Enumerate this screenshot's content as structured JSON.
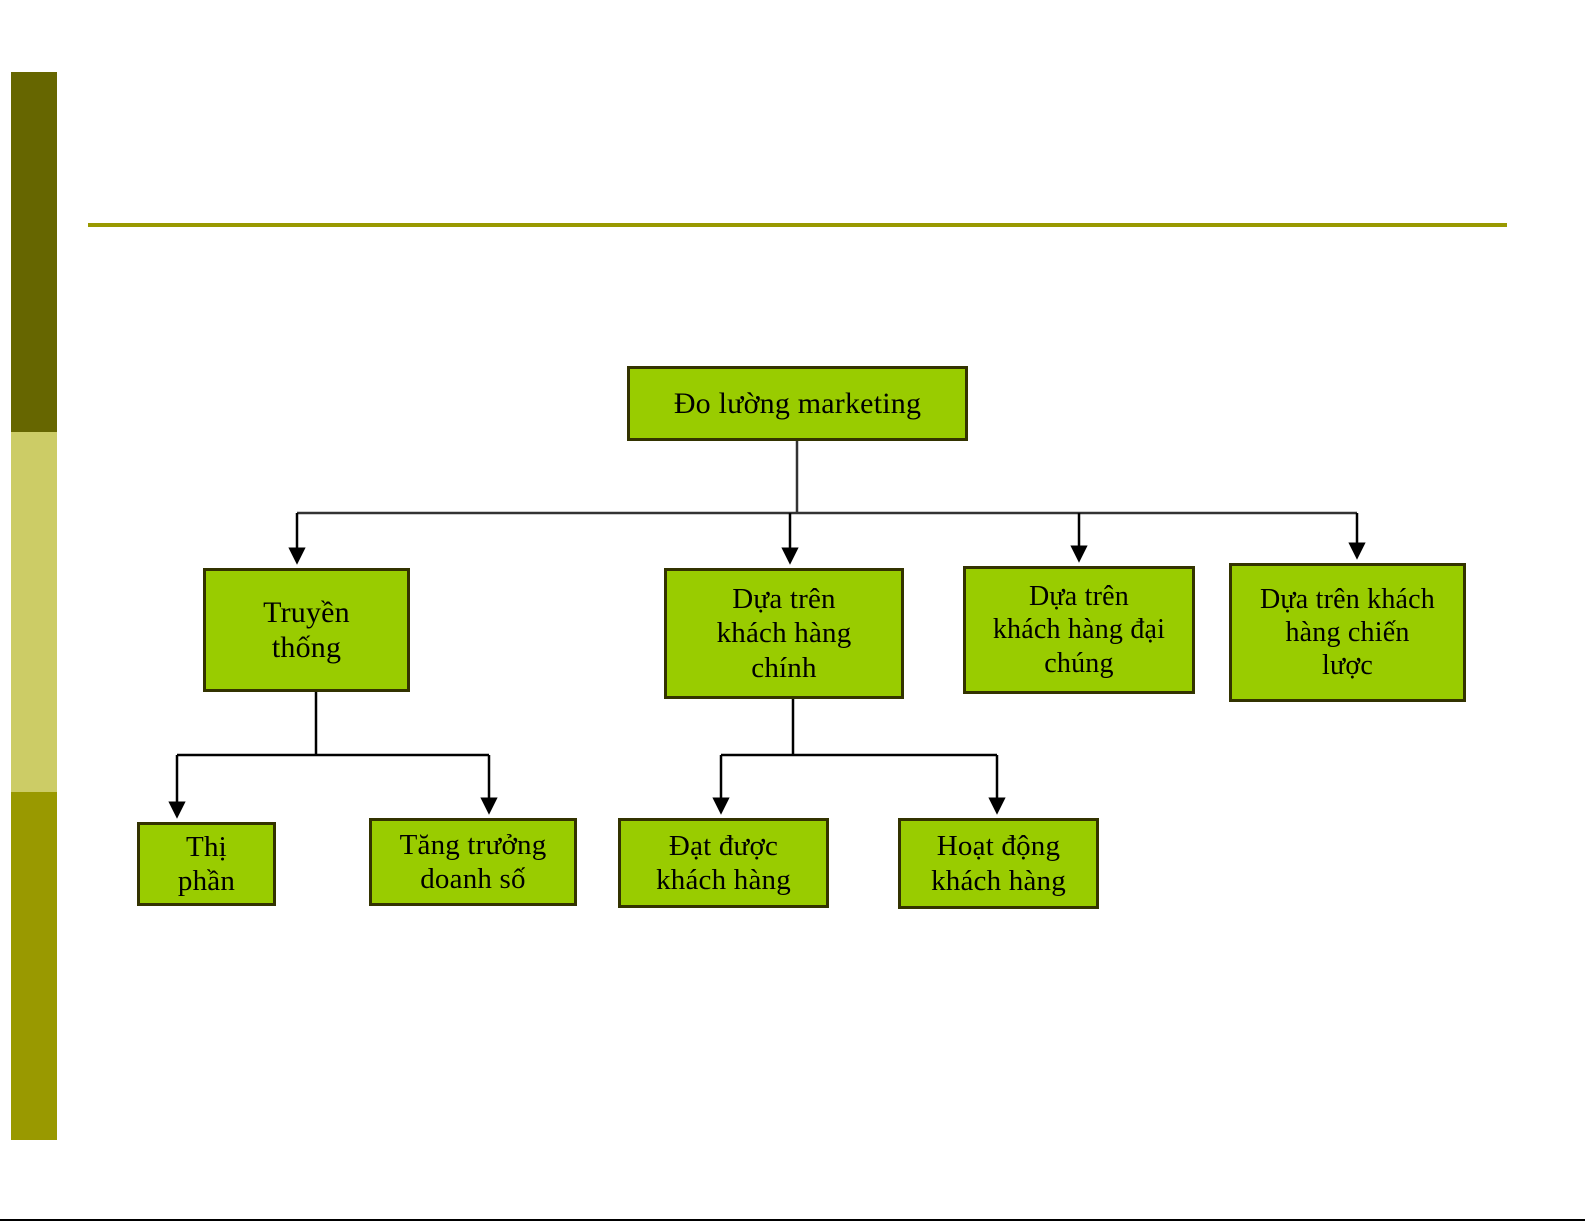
{
  "slide": {
    "background_color": "#ffffff",
    "sidebar": {
      "bands": [
        {
          "name": "dark-olive",
          "color": "#666600"
        },
        {
          "name": "khaki",
          "color": "#cccc66"
        },
        {
          "name": "olive",
          "color": "#999900"
        }
      ]
    },
    "header_rule_color": "#999900",
    "footer_rule_color": "#000000"
  },
  "diagram": {
    "type": "tree",
    "node_fill": "#99cc00",
    "node_border": "#333300",
    "connector_color": "#000000",
    "root": {
      "label": "Đo lường marketing"
    },
    "level1": [
      {
        "label": "Truyền\nthống"
      },
      {
        "label": "Dựa trên\nkhách hàng\nchính"
      },
      {
        "label": "Dựa trên\nkhách hàng đại\nchúng"
      },
      {
        "label": "Dựa trên khách\nhàng chiến\nlược"
      }
    ],
    "level2": [
      {
        "parent": "Truyền thống",
        "label": "Thị\nphần"
      },
      {
        "parent": "Truyền thống",
        "label": "Tăng trưởng\ndoanh số"
      },
      {
        "parent": "Dựa trên khách hàng chính",
        "label": "Đạt được\nkhách hàng"
      },
      {
        "parent": "Dựa trên khách hàng chính",
        "label": "Hoạt động\nkhách hàng"
      }
    ]
  }
}
